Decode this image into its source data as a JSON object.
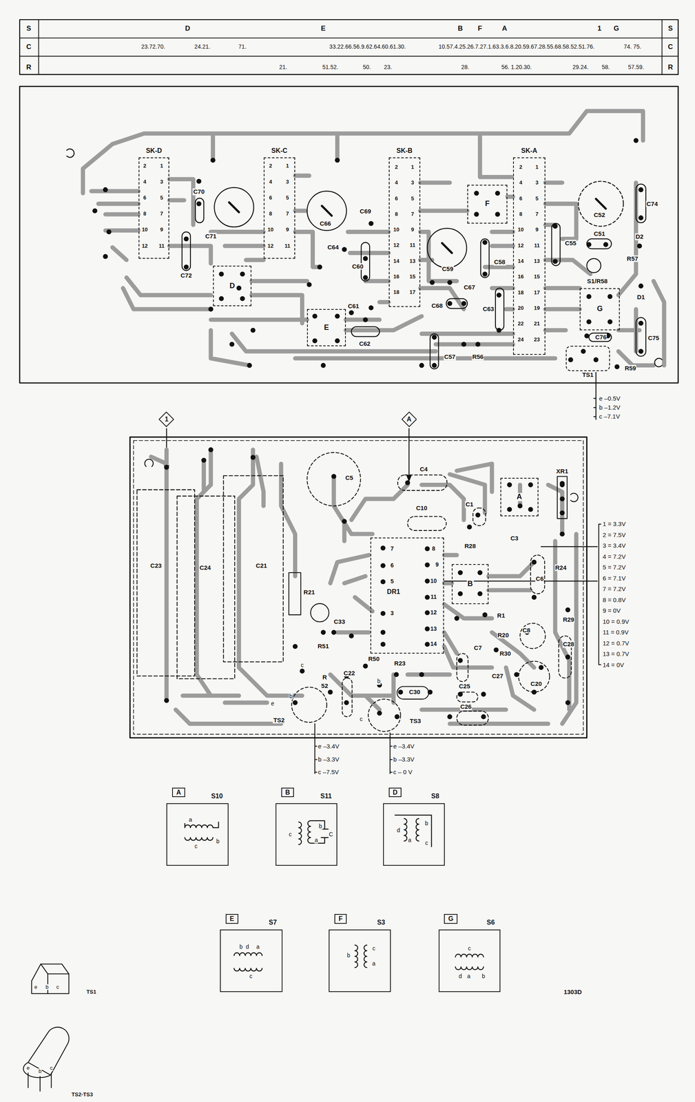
{
  "diagram": {
    "nodes": [
      {
        "text": [
          "SK-D"
        ]
      },
      {
        "text": [
          "SK-C"
        ]
      },
      {
        "text": [
          "SK-B"
        ]
      },
      {
        "text": [
          "SK-A"
        ]
      },
      {
        "text": [
          "F"
        ]
      },
      {
        "text": [
          "D"
        ]
      },
      {
        "text": [
          "G"
        ]
      },
      {
        "text": [
          "E"
        ]
      },
      {
        "text": [
          "TS1"
        ]
      },
      {
        "text": [
          "1"
        ]
      },
      {
        "text": [
          "A"
        ]
      },
      {
        "text": [
          "A"
        ]
      },
      {
        "text": [
          "DR1"
        ]
      },
      {
        "text": [
          "B"
        ]
      },
      {
        "text": [
          "A",
          "S10"
        ]
      },
      {
        "text": [
          "B",
          "S11"
        ]
      },
      {
        "text": [
          "D",
          "S8"
        ]
      },
      {
        "text": [
          "E",
          "S7"
        ]
      },
      {
        "text": [
          "F",
          "S3"
        ]
      },
      {
        "text": [
          "G",
          "S6"
        ]
      }
    ],
    "labels": [
      "S",
      "D",
      "E",
      "B",
      "F",
      "A",
      "1",
      "G",
      "S",
      "C",
      "23.72.70.",
      "24.21.",
      "71.",
      "33.22.66.56.9.62.64.60.61.30.",
      "10.57.4.25.26.7.27.1.63.3.6.8.20.59.67.28.55.68.58.52.51.76.",
      "74. 75.",
      "C",
      "R",
      "21.",
      "51.52.",
      "50.",
      "23.",
      "28.",
      "56. 1.20.30.",
      "29.24.",
      "58.",
      "57.59.",
      "R",
      "2",
      "1",
      "4",
      "3",
      "6",
      "5",
      "8",
      "7",
      "10",
      "9",
      "12",
      "11",
      "2",
      "1",
      "4",
      "3",
      "6",
      "5",
      "8",
      "7",
      "10",
      "9",
      "12",
      "11",
      "2",
      "1",
      "4",
      "3",
      "6",
      "5",
      "8",
      "7",
      "10",
      "9",
      "12",
      "11",
      "14",
      "13",
      "16",
      "15",
      "18",
      "17",
      "2",
      "1",
      "4",
      "3",
      "6",
      "5",
      "8",
      "7",
      "10",
      "9",
      "12",
      "11",
      "14",
      "13",
      "16",
      "15",
      "18",
      "17",
      "20",
      "19",
      "22",
      "21",
      "24",
      "23",
      "C70",
      "C71",
      "C72",
      "C66",
      "C64",
      "C69",
      "C60",
      "C61",
      "C62",
      "C59",
      "C58",
      "C67",
      "C68",
      "C63",
      "C57",
      "R56",
      "C52",
      "C74",
      "C51",
      "C55",
      "D2",
      "R57",
      "S1/R58",
      "D1",
      "C76",
      "C75",
      "R59",
      "e –0.5V",
      "b –1.2V",
      "c –7.1V",
      "C5",
      "C4",
      "XR1",
      "C1",
      "C10",
      "C3",
      "R28",
      "R24",
      "C6",
      "C23",
      "C24",
      "C21",
      "R21",
      "C33",
      "R51",
      "R1",
      "C8",
      "R20",
      "C7",
      "R30",
      "R29",
      "C28",
      "R50",
      "R23",
      "C22",
      "R",
      "52",
      "C27",
      "C20",
      "C25",
      "C30",
      "C26",
      "TS2",
      "TS3",
      "c",
      "b",
      "e",
      "b",
      "c",
      "7",
      "6",
      "5",
      "3",
      "8",
      "9",
      "10",
      "11",
      "12",
      "13",
      "14",
      "e –3.4V",
      "b –3.3V",
      "c –7.5V",
      "e –3.4V",
      "b –3.3V",
      "c – 0 V",
      "1 = 3.3V",
      "2 = 7.5V",
      "3 = 3.4V",
      "4 = 7.2V",
      "5 = 7.2V",
      "6 = 7.1V",
      "7 = 7.2V",
      "8 = 0.8V",
      "9 = 0V",
      "10 = 0.9V",
      "11 = 0.9V",
      "12 = 0.7V",
      "13 = 0.7V",
      "14 = 0V",
      "a",
      "c",
      "b",
      "c",
      "b",
      "a",
      "C",
      "d",
      "a",
      "b",
      "c",
      "b",
      "d",
      "a",
      "c",
      "b",
      "c",
      "a",
      "c",
      "d",
      "a",
      "b",
      "1303D",
      "TS1",
      "e",
      "b",
      "c",
      "TS2-TS3",
      "e",
      "b",
      "c"
    ]
  }
}
